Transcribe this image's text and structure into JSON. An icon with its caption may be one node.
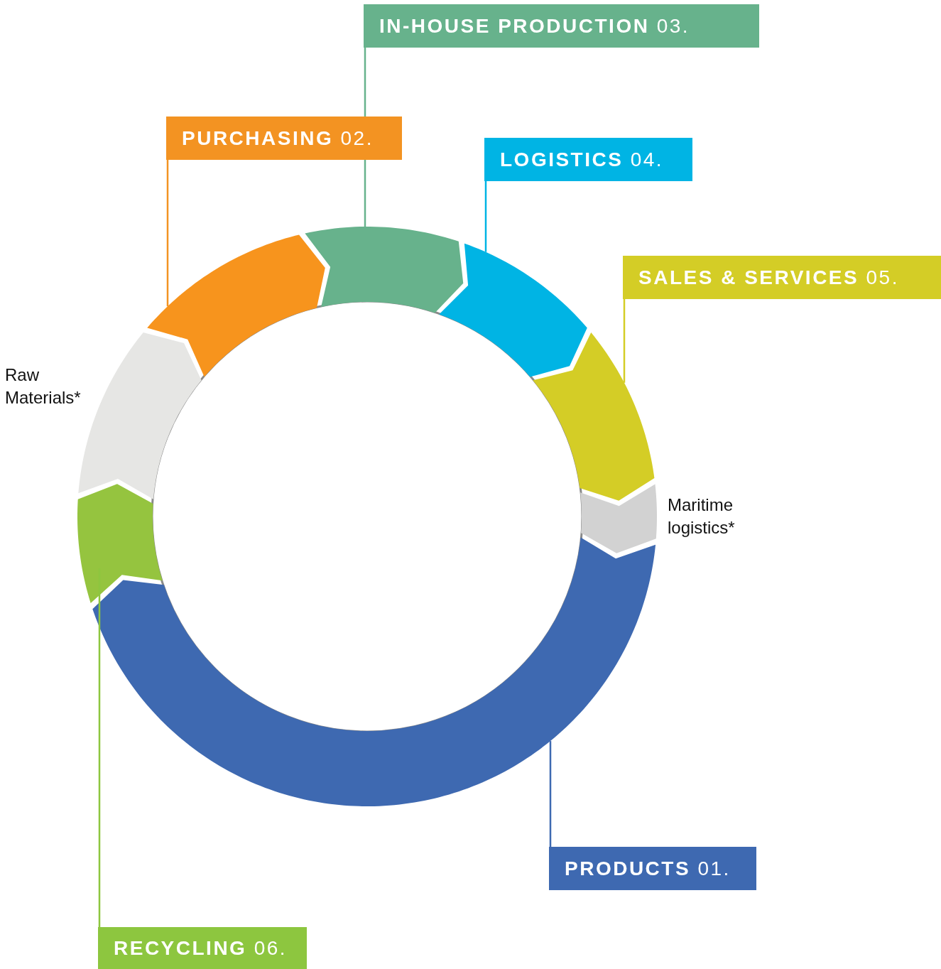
{
  "diagram": {
    "nodes": [
      {
        "text": [
          "**IN-HOUSE PRODUCTION** 03."
        ]
      },
      {
        "text": [
          "**PURCHASING** 02."
        ]
      },
      {
        "text": [
          "**LOGISTICS** 04."
        ]
      },
      {
        "text": [
          "**SALES & SERVICES** 05."
        ]
      },
      {
        "text": [
          "**PRODUCTS** 01."
        ]
      },
      {
        "text": [
          "**RECYCLING** 06."
        ]
      },
      {
        "text": [],
        "shape": "arrow"
      },
      {
        "text": [],
        "shape": "arrow"
      },
      {
        "text": [],
        "shape": "arrow"
      },
      {
        "text": [],
        "shape": "arrow"
      },
      {
        "text": [],
        "shape": "arrow"
      },
      {
        "text": [],
        "shape": "arrow"
      },
      {
        "text": [],
        "shape": "arrow"
      },
      {
        "text": [],
        "shape": "arrow"
      }
    ],
    "edges": [
      {
        "from": 0,
        "to": 8,
        "arrow": "none",
        "color": "#67b28c"
      },
      {
        "from": 1,
        "to": 7,
        "arrow": "none",
        "color": "#f39322"
      },
      {
        "from": 2,
        "to": 9,
        "arrow": "none",
        "color": "#00b4e4"
      },
      {
        "from": 3,
        "to": 10,
        "arrow": "none",
        "color": "#d4cd26"
      },
      {
        "from": 4,
        "to": 12,
        "arrow": "none",
        "color": "#3e69b1"
      },
      {
        "from": 5,
        "to": 13,
        "arrow": "none",
        "color": "#8dc63f"
      }
    ],
    "labels": [
      "Raw Materials*",
      "Maritime logistics*"
    ]
  }
}
